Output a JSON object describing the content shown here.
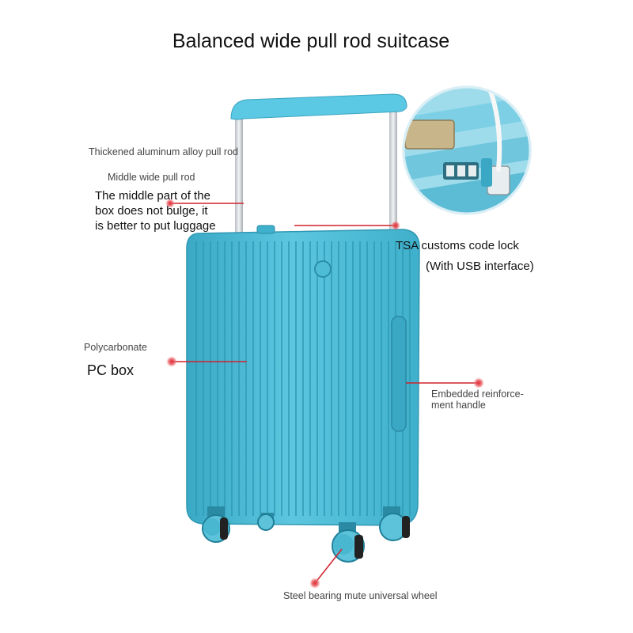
{
  "title": "Balanced wide pull rod suitcase",
  "colors": {
    "shell": "#4fbcd6",
    "shell_dark": "#2f97b3",
    "handle": "#5cc9e4",
    "wheel": "#5dc3da",
    "callout": "#d0222c"
  },
  "labels": {
    "thickened_rod": "Thickened aluminum alloy pull rod",
    "middle_wide_rod": "Middle wide pull rod",
    "middle_part": [
      "The middle part of the",
      "box does not bulge, it",
      "is better to put luggage"
    ],
    "tsa_lock": "TSA customs code lock",
    "usb": "(With USB interface)",
    "polycarbonate": "Polycarbonate",
    "pc_box": "PC box",
    "embedded_handle": [
      "Embedded reinforce-",
      "ment handle"
    ],
    "wheel": "Steel bearing mute universal wheel"
  }
}
